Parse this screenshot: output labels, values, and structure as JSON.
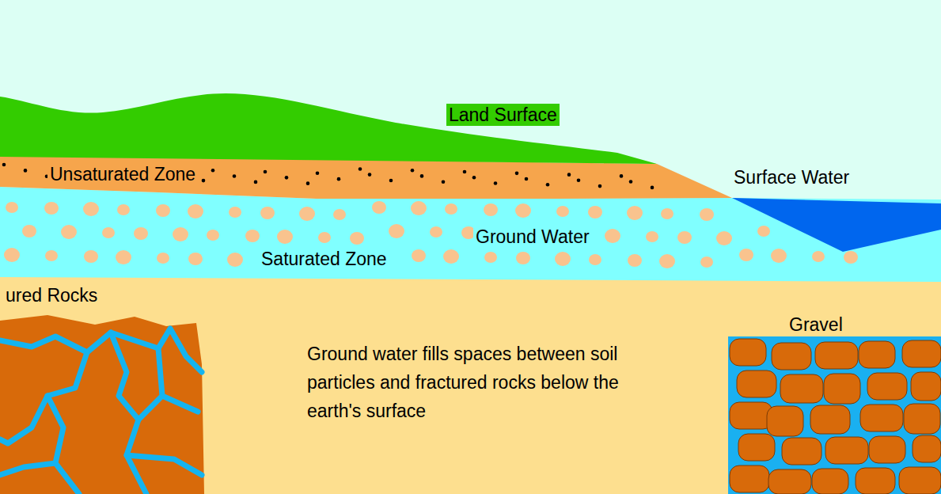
{
  "diagram": {
    "labels": [
      "Land Surface",
      "Unsaturated Zone",
      "Surface Water",
      "Ground Water",
      "Saturated Zone",
      "ured Rocks",
      "Gravel",
      "Ground water fills spaces between soil particles and fractured rocks below the earth's surface"
    ]
  }
}
